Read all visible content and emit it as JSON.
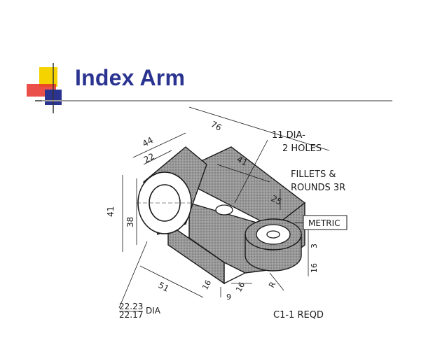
{
  "slide": {
    "title": "Index Arm"
  },
  "drawing": {
    "notes": {
      "holes": "11 DIA-",
      "holes_count": "2 HOLES",
      "fillets": "FILLETS &",
      "rounds": "ROUNDS 3R",
      "units": "METRIC",
      "quantity": "C1-1 REQD",
      "bore_upper": "22.23",
      "bore_lower": "22.17",
      "bore_unit": "DIA"
    },
    "dimensions": {
      "overall_length": "76",
      "boss_depth": "44",
      "half_depth": "22",
      "hole_spacing": "41",
      "arm_width": "25",
      "boss_height": "41",
      "boss_inner": "38",
      "base_length": "51",
      "slot_depth": "16",
      "slot_width": "16",
      "slot_offset": "9",
      "end_radius": "R",
      "arm_height": "3",
      "arm_thick": "16"
    }
  },
  "colors": {
    "title": "#2a3390",
    "deco_yellow": "#f5d300",
    "deco_red": "#e8302a",
    "deco_blue": "#2a3390",
    "rule": "#9a9a9a",
    "line": "#1a1a1a",
    "shade": "#8c8c8c"
  }
}
